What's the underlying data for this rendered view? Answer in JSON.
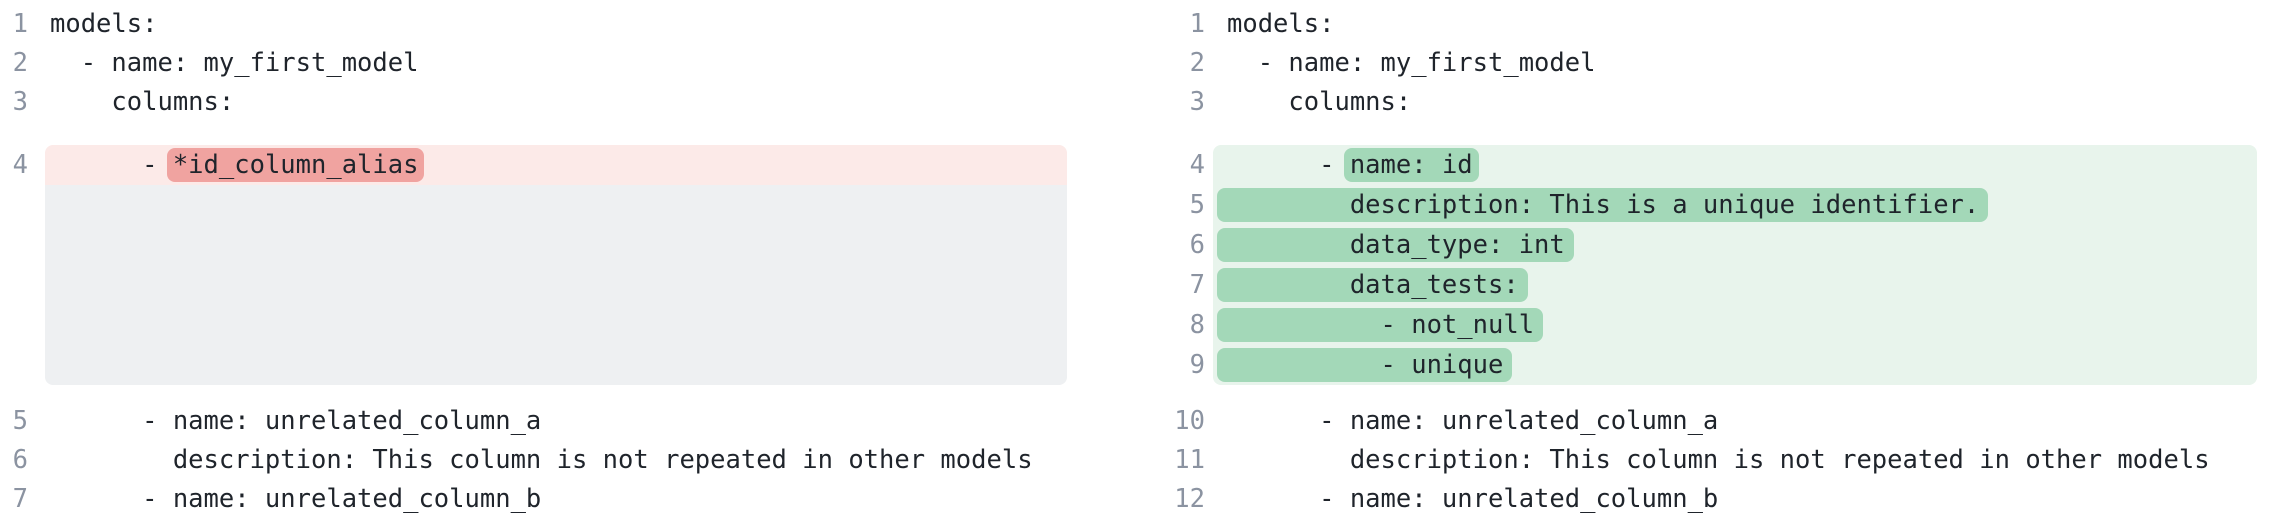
{
  "colors": {
    "background": "#ffffff",
    "code_text": "#1f242b",
    "line_number": "#8b93a1",
    "removed_row_bg": "#fceae8",
    "removed_word_bg": "#f0a3a0",
    "added_row_bg": "#e8f4ec",
    "added_word_bg": "#a3d8b8",
    "collapsed_spacer_bg": "#eef0f2"
  },
  "diff": {
    "before": {
      "lines": [
        {
          "n": "1",
          "kind": "ctx",
          "segs": [
            {
              "t": "models:"
            }
          ]
        },
        {
          "n": "2",
          "kind": "ctx",
          "segs": [
            {
              "t": "  - name: my_first_model"
            }
          ]
        },
        {
          "n": "3",
          "kind": "ctx",
          "segs": [
            {
              "t": "    columns:"
            }
          ]
        },
        {
          "n": "4",
          "kind": "del",
          "segs": [
            {
              "t": "      - "
            },
            {
              "t": "*id_column_alias",
              "hl": "removed-word"
            }
          ]
        },
        {
          "kind": "spacer"
        },
        {
          "n": "5",
          "kind": "ctx",
          "segs": [
            {
              "t": "      - name: unrelated_column_a"
            }
          ]
        },
        {
          "n": "6",
          "kind": "ctx",
          "segs": [
            {
              "t": "        description: This column is not repeated in other models"
            }
          ]
        },
        {
          "n": "7",
          "kind": "ctx",
          "segs": [
            {
              "t": "      - name: unrelated_column_b"
            }
          ]
        }
      ]
    },
    "after": {
      "lines": [
        {
          "n": "1",
          "kind": "ctx",
          "segs": [
            {
              "t": "models:"
            }
          ]
        },
        {
          "n": "2",
          "kind": "ctx",
          "segs": [
            {
              "t": "  - name: my_first_model"
            }
          ]
        },
        {
          "n": "3",
          "kind": "ctx",
          "segs": [
            {
              "t": "    columns:"
            }
          ]
        },
        {
          "n": "4",
          "kind": "add",
          "segs": [
            {
              "t": "      - "
            },
            {
              "t": "name: id",
              "hl": "added-word"
            }
          ]
        },
        {
          "n": "5",
          "kind": "add",
          "segs": [
            {
              "t": "        description: This is a unique identifier.",
              "hl": "added-line"
            }
          ]
        },
        {
          "n": "6",
          "kind": "add",
          "segs": [
            {
              "t": "        data_type: int",
              "hl": "added-line"
            }
          ]
        },
        {
          "n": "7",
          "kind": "add",
          "segs": [
            {
              "t": "        data_tests:",
              "hl": "added-line"
            }
          ]
        },
        {
          "n": "8",
          "kind": "add",
          "segs": [
            {
              "t": "          - not_null",
              "hl": "added-line"
            }
          ]
        },
        {
          "n": "9",
          "kind": "add",
          "segs": [
            {
              "t": "          - unique",
              "hl": "added-line"
            }
          ]
        },
        {
          "n": "10",
          "kind": "ctx",
          "segs": [
            {
              "t": "      - name: unrelated_column_a"
            }
          ]
        },
        {
          "n": "11",
          "kind": "ctx",
          "segs": [
            {
              "t": "        description: This column is not repeated in other models"
            }
          ]
        },
        {
          "n": "12",
          "kind": "ctx",
          "segs": [
            {
              "t": "      - name: unrelated_column_b"
            }
          ]
        }
      ]
    }
  }
}
